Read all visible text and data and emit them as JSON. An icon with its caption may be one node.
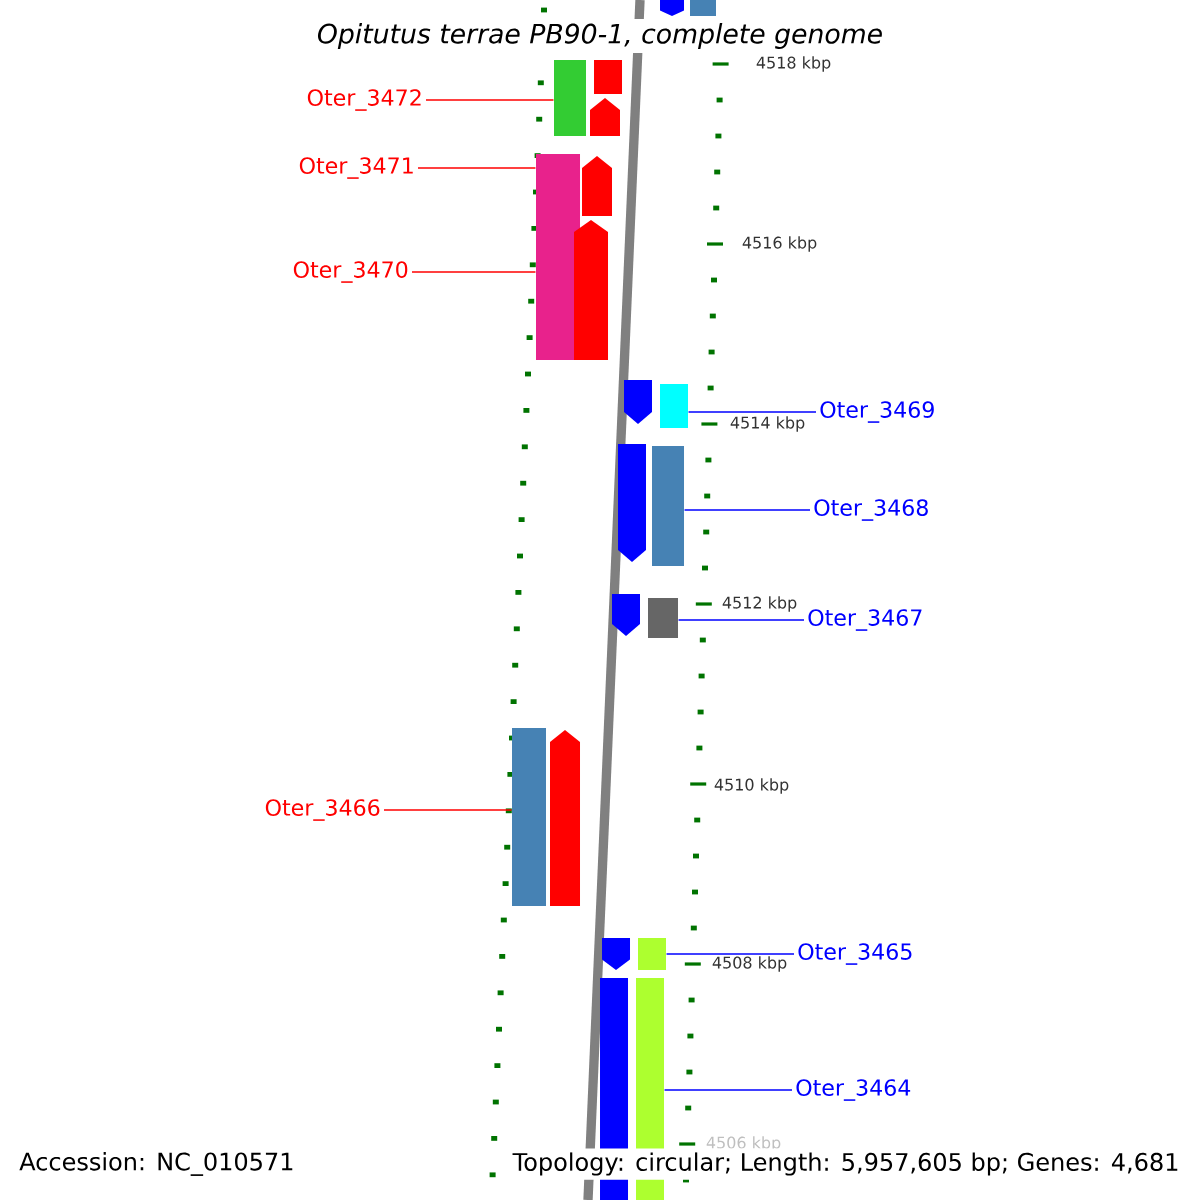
{
  "diagram": {
    "title": "Opitutus terrae PB90-1, complete genome",
    "nodes": [
      {
        "text": [],
        "shape": "pentagon"
      },
      {
        "text": [],
        "shape": "bar"
      },
      {
        "text": [
          "Oter_3472"
        ]
      },
      {
        "text": [],
        "shape": "bar"
      },
      {
        "text": [],
        "shape": "bar"
      },
      {
        "text": [],
        "shape": "pentagon"
      },
      {
        "text": [
          "Oter_3471"
        ]
      },
      {
        "text": [],
        "shape": "bar"
      },
      {
        "text": [],
        "shape": "pentagon"
      },
      {
        "text": [
          "Oter_3470"
        ]
      },
      {
        "text": [],
        "shape": "pentagon"
      },
      {
        "text": [],
        "shape": "pentagon"
      },
      {
        "text": [],
        "shape": "bar"
      },
      {
        "text": [
          "Oter_3469"
        ]
      },
      {
        "text": [],
        "shape": "pentagon"
      },
      {
        "text": [],
        "shape": "bar"
      },
      {
        "text": [
          "Oter_3468"
        ]
      },
      {
        "text": [],
        "shape": "pentagon"
      },
      {
        "text": [],
        "shape": "bar"
      },
      {
        "text": [
          "Oter_3467"
        ]
      },
      {
        "text": [
          "Oter_3466"
        ]
      },
      {
        "text": [],
        "shape": "bar"
      },
      {
        "text": [],
        "shape": "pentagon"
      },
      {
        "text": [],
        "shape": "pentagon"
      },
      {
        "text": [],
        "shape": "bar"
      },
      {
        "text": [
          "Oter_3465"
        ]
      },
      {
        "text": [],
        "shape": "bar"
      },
      {
        "text": [],
        "shape": "bar"
      },
      {
        "text": [
          "Oter_3464"
        ]
      }
    ],
    "edges": [
      {
        "from": 2,
        "to": 3,
        "arrow": "none",
        "color": "#ff0000"
      },
      {
        "from": 6,
        "to": 7,
        "arrow": "none",
        "color": "#ff0000"
      },
      {
        "from": 9,
        "to": 7,
        "arrow": "none",
        "color": "#ff0000"
      },
      {
        "from": 13,
        "to": 12,
        "arrow": "none"
      },
      {
        "from": 16,
        "to": 15,
        "arrow": "none"
      },
      {
        "from": 19,
        "to": 18,
        "arrow": "none"
      },
      {
        "from": 20,
        "to": 21,
        "arrow": "none",
        "color": "#ff0000"
      },
      {
        "from": 25,
        "to": 24,
        "arrow": "none"
      },
      {
        "from": 28,
        "to": 27,
        "arrow": "none"
      }
    ],
    "labels": [
      "4518 kbp",
      "4516 kbp",
      "4514 kbp",
      "4512 kbp",
      "4510 kbp",
      "4508 kbp",
      "4506 kbp",
      "Accession: NC_010571",
      "Topology: circular; Length: 5,957,605 bp; Genes: 4,681"
    ]
  }
}
